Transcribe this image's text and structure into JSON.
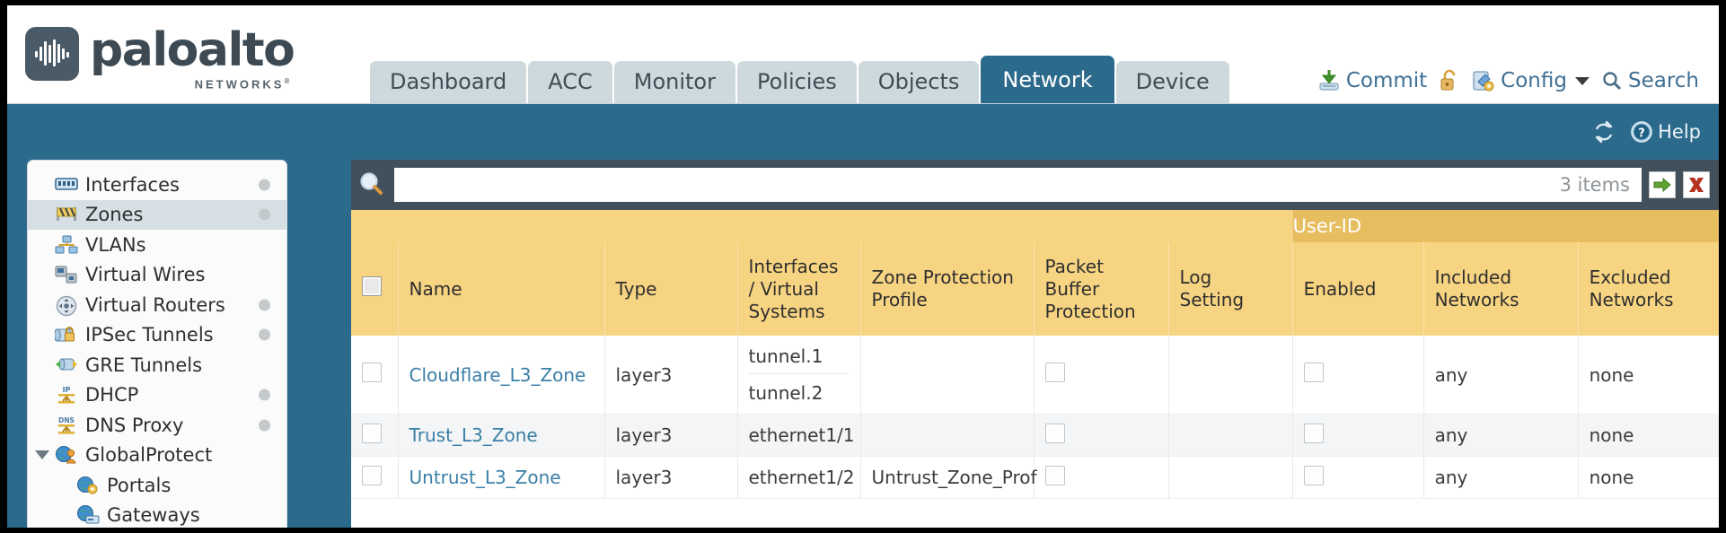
{
  "brand": {
    "name": "paloalto",
    "tagline": "NETWORKS",
    "registered": "®"
  },
  "header": {
    "tabs": [
      {
        "label": "Dashboard",
        "active": false
      },
      {
        "label": "ACC",
        "active": false
      },
      {
        "label": "Monitor",
        "active": false
      },
      {
        "label": "Policies",
        "active": false
      },
      {
        "label": "Objects",
        "active": false
      },
      {
        "label": "Network",
        "active": true
      },
      {
        "label": "Device",
        "active": false
      }
    ],
    "actions": {
      "commit": "Commit",
      "commit_icon": "commit-download-icon",
      "lock_icon": "unlocked-padlock-icon",
      "config": "Config",
      "config_icon": "config-wrench-icon",
      "config_caret": "chevron-down-icon",
      "search": "Search",
      "search_icon": "magnifier-icon"
    }
  },
  "bluebar": {
    "refresh_icon": "refresh-icon",
    "help_icon": "help-circle-icon",
    "help_label": "Help"
  },
  "sidebar": {
    "items": [
      {
        "label": "Interfaces",
        "icon": "interfaces-icon",
        "dot": true,
        "selected": false,
        "child": false,
        "expander": false
      },
      {
        "label": "Zones",
        "icon": "zones-icon",
        "dot": true,
        "selected": true,
        "child": false,
        "expander": false
      },
      {
        "label": "VLANs",
        "icon": "vlans-icon",
        "dot": false,
        "selected": false,
        "child": false,
        "expander": false
      },
      {
        "label": "Virtual Wires",
        "icon": "virtual-wires-icon",
        "dot": false,
        "selected": false,
        "child": false,
        "expander": false
      },
      {
        "label": "Virtual Routers",
        "icon": "virtual-routers-icon",
        "dot": true,
        "selected": false,
        "child": false,
        "expander": false
      },
      {
        "label": "IPSec Tunnels",
        "icon": "ipsec-tunnels-icon",
        "dot": true,
        "selected": false,
        "child": false,
        "expander": false
      },
      {
        "label": "GRE Tunnels",
        "icon": "gre-tunnels-icon",
        "dot": false,
        "selected": false,
        "child": false,
        "expander": false
      },
      {
        "label": "DHCP",
        "icon": "dhcp-icon",
        "dot": true,
        "selected": false,
        "child": false,
        "expander": false
      },
      {
        "label": "DNS Proxy",
        "icon": "dns-proxy-icon",
        "dot": true,
        "selected": false,
        "child": false,
        "expander": false
      },
      {
        "label": "GlobalProtect",
        "icon": "globalprotect-icon",
        "dot": false,
        "selected": false,
        "child": false,
        "expander": true
      },
      {
        "label": "Portals",
        "icon": "portals-icon",
        "dot": false,
        "selected": false,
        "child": true,
        "expander": false
      },
      {
        "label": "Gateways",
        "icon": "gateways-icon",
        "dot": false,
        "selected": false,
        "child": true,
        "expander": false
      }
    ]
  },
  "search": {
    "icon": "magnifier-icon",
    "value": "",
    "placeholder": "",
    "items_count": "3 items",
    "apply_icon": "green-arrow-right-icon",
    "clear_icon": "red-x-icon"
  },
  "table": {
    "group_header": {
      "label": "User-ID",
      "span": 3
    },
    "columns": [
      "Name",
      "Type",
      "Interfaces / Virtual Systems",
      "Zone Protection Profile",
      "Packet Buffer Protection",
      "Log Setting",
      "Enabled",
      "Included Networks",
      "Excluded Networks"
    ],
    "select_all_checkbox": "select-all",
    "rows": [
      {
        "checkbox": false,
        "name": "Cloudflare_L3_Zone",
        "type": "layer3",
        "interfaces": [
          "tunnel.1",
          "tunnel.2"
        ],
        "zone_protection_profile": "",
        "packet_buffer_protection": false,
        "log_setting": "",
        "user_id_enabled": false,
        "included_networks": "any",
        "excluded_networks": "none"
      },
      {
        "checkbox": false,
        "name": "Trust_L3_Zone",
        "type": "layer3",
        "interfaces": [
          "ethernet1/1"
        ],
        "zone_protection_profile": "",
        "packet_buffer_protection": false,
        "log_setting": "",
        "user_id_enabled": false,
        "included_networks": "any",
        "excluded_networks": "none"
      },
      {
        "checkbox": false,
        "name": "Untrust_L3_Zone",
        "type": "layer3",
        "interfaces": [
          "ethernet1/2"
        ],
        "zone_protection_profile": "Untrust_Zone_Prof",
        "packet_buffer_protection": false,
        "log_setting": "",
        "user_id_enabled": false,
        "included_networks": "any",
        "excluded_networks": "none"
      }
    ]
  },
  "colors": {
    "brand_blue": "#2c6a8c",
    "tab_inactive": "#cdd9dc",
    "table_header": "#f7d481",
    "group_header": "#e6bd5f",
    "content_bg": "#41505a",
    "link": "#3b7fa6"
  }
}
